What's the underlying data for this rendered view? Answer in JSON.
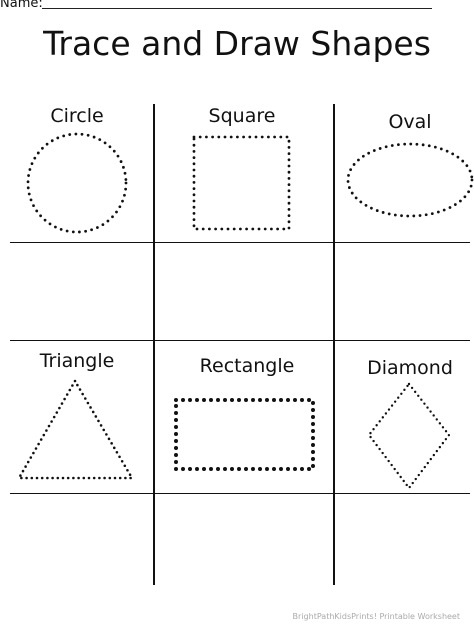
{
  "header": {
    "name_label": "Name:",
    "title": "Trace and Draw Shapes"
  },
  "shapes": [
    {
      "label": "Circle",
      "icon": "circle-icon"
    },
    {
      "label": "Square",
      "icon": "square-icon"
    },
    {
      "label": "Oval",
      "icon": "oval-icon"
    },
    {
      "label": "Triangle",
      "icon": "triangle-icon"
    },
    {
      "label": "Rectangle",
      "icon": "rectangle-icon"
    },
    {
      "label": "Diamond",
      "icon": "diamond-icon"
    }
  ],
  "footer": {
    "credit": "BrightPathKidsPrints! Printable Worksheet"
  }
}
